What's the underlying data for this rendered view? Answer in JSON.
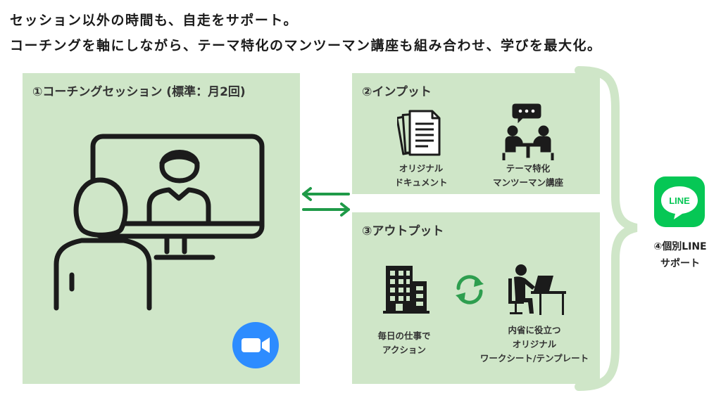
{
  "headline": {
    "line1": "セッション以外の時間も、自走をサポート。",
    "line2": "コーチングを軸にしながら、テーマ特化のマンツーマン講座も組み合わせ、学びを最大化。"
  },
  "panels": {
    "coaching": {
      "title": "①コーチングセッション (標準：月2回)"
    },
    "input": {
      "title": "②インプット",
      "items": [
        {
          "line1": "オリジナル",
          "line2": "ドキュメント"
        },
        {
          "line1": "テーマ特化",
          "line2": "マンツーマン講座"
        }
      ]
    },
    "output": {
      "title": "③アウトプット",
      "items": [
        {
          "line1": "毎日の仕事で",
          "line2": "アクション"
        },
        {
          "line1": "内省に役立つ",
          "line2": "オリジナル",
          "line3": "ワークシート/テンプレート"
        }
      ]
    }
  },
  "line_support": {
    "logo_text": "LINE",
    "label_line1": "④個別LINE",
    "label_line2": "サポート"
  },
  "colors": {
    "panel_bg": "#cfe6c8",
    "brace": "#cfe6c8",
    "arrow_green": "#1f9a48",
    "refresh_green": "#2e9e4f",
    "zoom_blue": "#2d8cff",
    "line_green": "#06c755"
  },
  "icons": {
    "coaching": [
      "video-call-icon",
      "zoom-camera-icon"
    ],
    "input": [
      "documents-icon",
      "meeting-chat-icon"
    ],
    "output": [
      "building-icon",
      "refresh-cycle-icon",
      "desk-worker-icon"
    ],
    "support": "line-app-icon",
    "flow": "bidirectional-arrows-icon"
  }
}
